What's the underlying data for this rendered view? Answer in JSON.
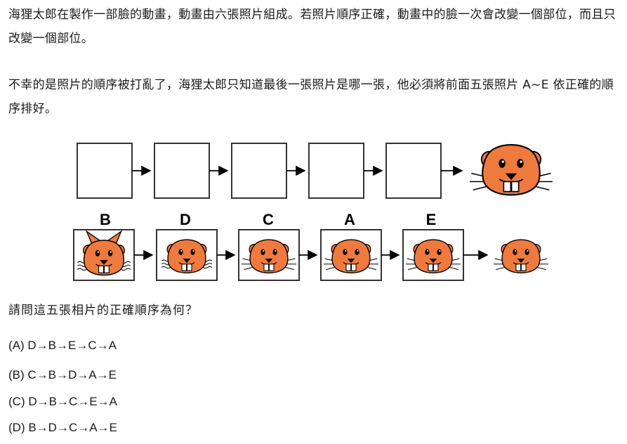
{
  "intro": {
    "paragraph1": "海狸太郎在製作一部臉的動畫，動畫由六張照片組成。若照片順序正確，動畫中的臉一次會改變一個部位，而且只改變一個部位。",
    "paragraph2": "不幸的是照片的順序被打亂了，海狸太郎只知道最後一張照片是哪一張，他必須將前面五張照片 A~E 依正確的順序排好。"
  },
  "photo_labels": [
    "B",
    "D",
    "C",
    "A",
    "E"
  ],
  "question": "請問這五張相片的正確順序為何？",
  "options": [
    "(A) D→B→E→C→A",
    "(B) C→B→D→A→E",
    "(C) D→B→C→E→A",
    "(D) B→D→C→A→E"
  ],
  "colors": {
    "beaver_face": "#f07a3c",
    "outline": "#000000",
    "box_border": "#333333"
  }
}
